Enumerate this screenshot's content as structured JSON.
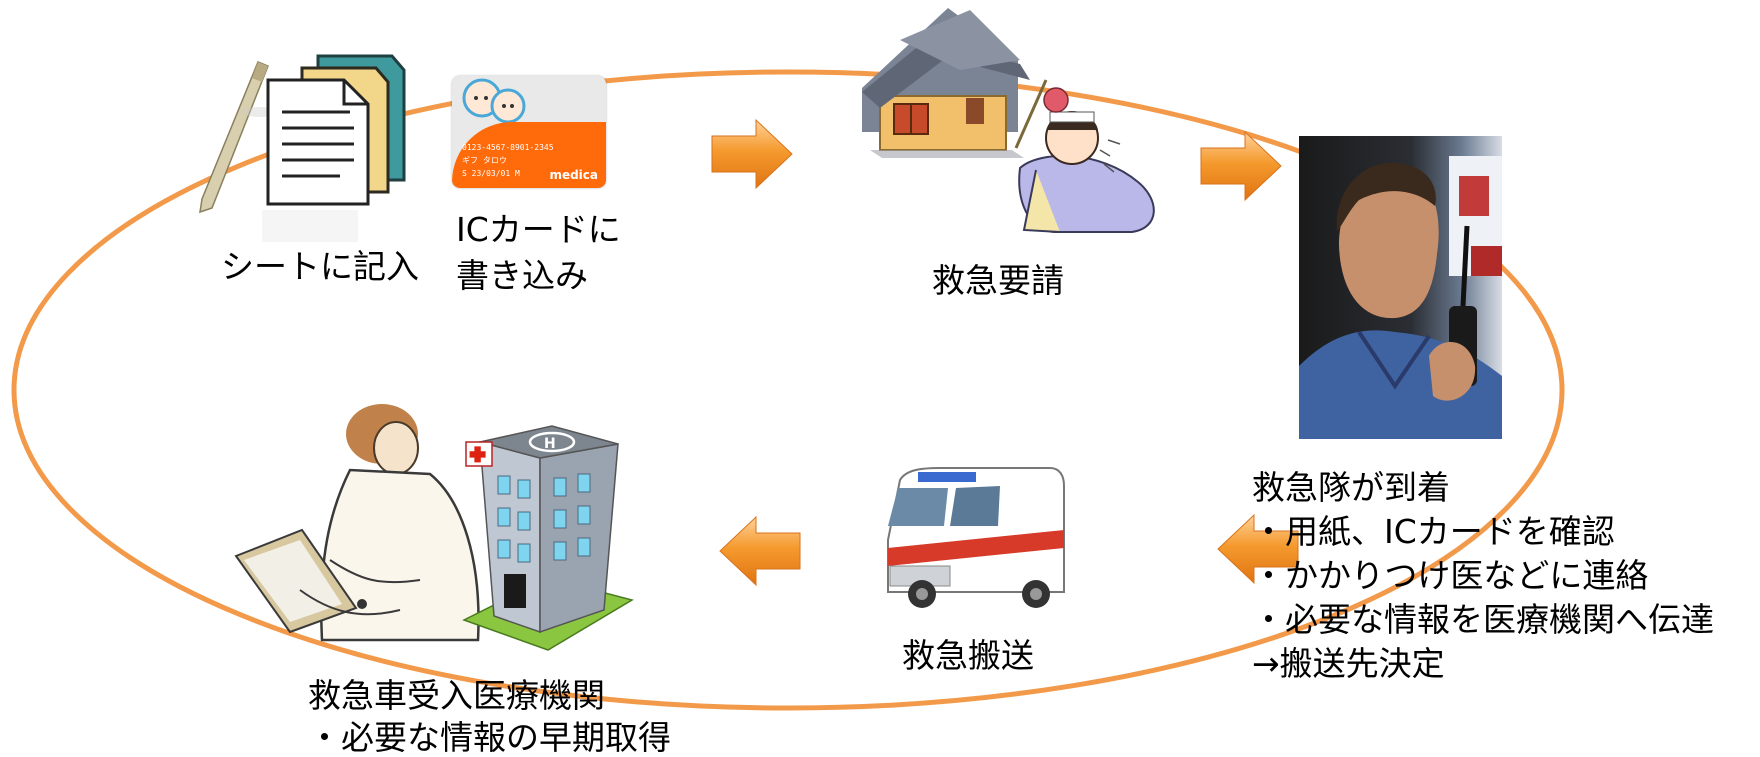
{
  "steps": {
    "write_sheet": {
      "label": "シートに記入"
    },
    "ic_card": {
      "label_line1": "ICカードに",
      "label_line2": "書き込み",
      "card_number": "0123-4567-8901-2345",
      "card_name": "ギフ タロウ",
      "card_info": "S 23/03/01  M",
      "card_logo": "medica"
    },
    "emergency_call": {
      "label": "救急要請"
    },
    "ambulance_arrival": {
      "lines": [
        "救急隊が到着",
        "・用紙、ICカードを確認",
        "・かかりつけ医などに連絡",
        "・必要な情報を医療機関へ伝達",
        "→搬送先決定"
      ]
    },
    "transport": {
      "label": "救急搬送"
    },
    "hospital": {
      "line1": "救急車受入医療機関",
      "line2": "・必要な情報の早期取得"
    }
  },
  "colors": {
    "loop": "#f29a4a",
    "arrow": "#f28a1e",
    "card_band": "#ff6a0a"
  },
  "icons": [
    "pen-icon",
    "documents-icon",
    "ic-card-icon",
    "house-icon",
    "sick-person-icon",
    "paramedic-photo",
    "ambulance-icon",
    "nurse-icon",
    "hospital-icon"
  ]
}
